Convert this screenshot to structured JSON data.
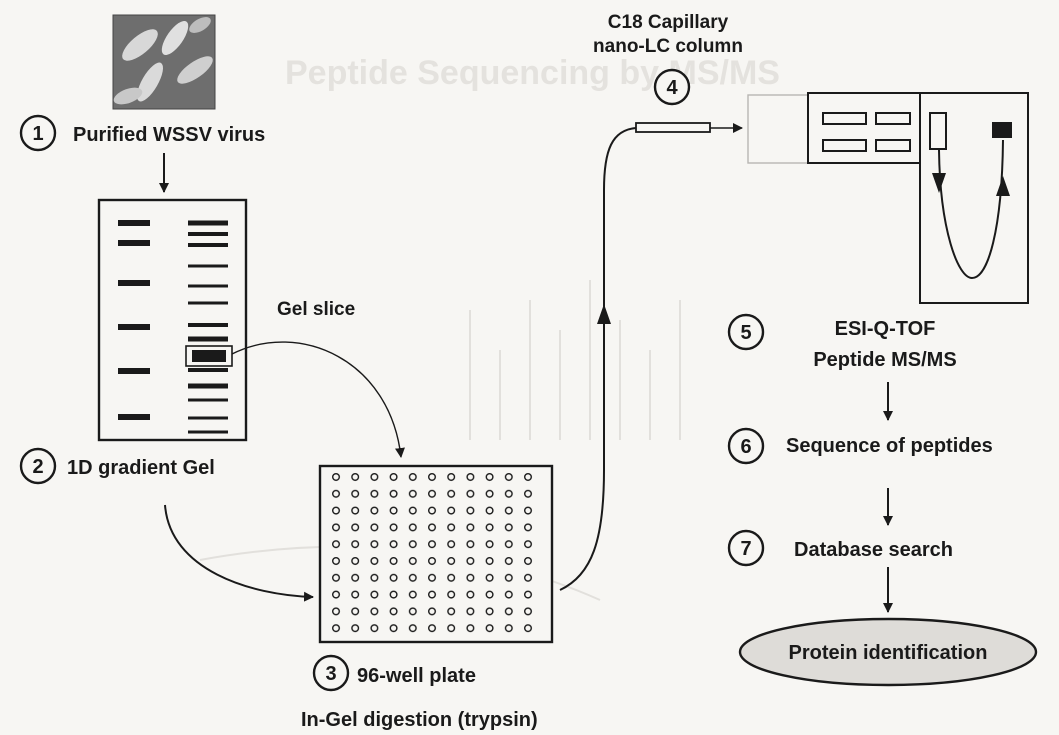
{
  "background_title": "Peptide Sequencing by MS/MS",
  "steps": [
    {
      "number": "1",
      "label": "Purified WSSV virus"
    },
    {
      "number": "2",
      "label": "1D gradient Gel"
    },
    {
      "number": "3",
      "label": "96-well plate"
    },
    {
      "number": "4",
      "label": "C18 Capillary",
      "label_line2": "nano-LC column"
    },
    {
      "number": "5",
      "label": "ESI-Q-TOF",
      "label_line2": "Peptide MS/MS"
    },
    {
      "number": "6",
      "label": "Sequence of peptides"
    },
    {
      "number": "7",
      "label": "Database search"
    }
  ],
  "gel_slice_label": "Gel slice",
  "digestion_label": "In-Gel  digestion (trypsin)",
  "result_label": "Protein identification",
  "colors": {
    "ink": "#1a1a1a",
    "background": "#f7f6f3",
    "ellipse_fill": "#dedcd8",
    "ghost": "#e4e2de"
  }
}
